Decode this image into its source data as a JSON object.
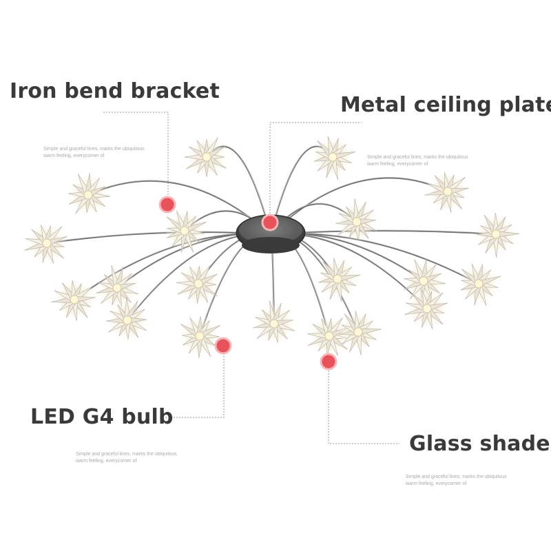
{
  "labels": {
    "iron_bend_bracket": "Iron bend bracket",
    "metal_ceiling_plate": "Metal ceiling plate",
    "led_g4_bulb": "LED G4 bulb",
    "glass_shade": "Glass shade"
  },
  "captions": {
    "bracket": {
      "line1": "Simple and graceful lines, marks the ubiquitous",
      "line2": "warm feeling, everycorner of"
    },
    "plate": {
      "line1": "Simple and graceful lines, marks the ubiquitous",
      "line2": "warm feeling, everycorner of"
    },
    "bulb": {
      "line1": "Simple and graceful lines, marks the ubiquitous",
      "line2": "warm feeling, everycorner of"
    },
    "shade": {
      "line1": "Simple and graceful lines, marks the ubiquitous",
      "line2": "warm feeling, everycorner of"
    }
  },
  "colors": {
    "marker": "#e8525a",
    "leader_line": "#888888",
    "arm": "#6f6f6f",
    "hub": "#5a5a5a",
    "text": "#3a3a3a"
  }
}
